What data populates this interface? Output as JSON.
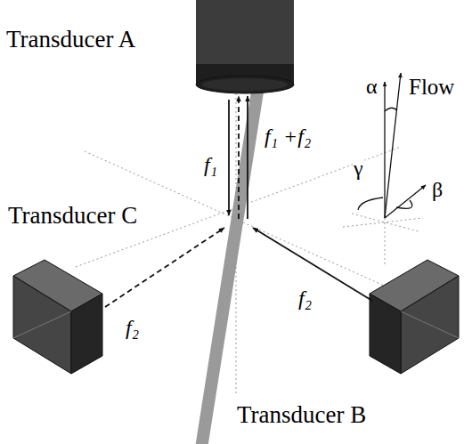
{
  "diagram": {
    "labels": [
      "Transducer A",
      "f₁",
      "f₁ +f₂",
      "Transducer C",
      "f₂",
      "f₂",
      "Transducer B",
      "α",
      "Flow",
      "γ",
      "β"
    ]
  }
}
